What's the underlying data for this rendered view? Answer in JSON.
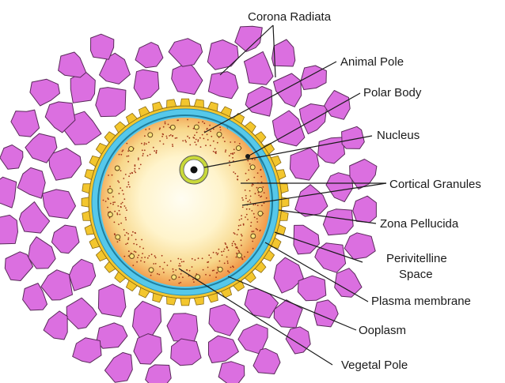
{
  "colors": {
    "corona_cell": "#db6fe0",
    "corona_cell_light": "#f7d6f7",
    "corona_outline": "#5a2a5a",
    "zona": "#f3c62e",
    "zona_edge": "#8a6a10",
    "perivitelline": "#56c8ea",
    "plasma_membrane": "#1e7fa0",
    "ooplasm_outer": "#f08a3a",
    "ooplasm_mid": "#f7d78a",
    "ooplasm_inner": "#fffbea",
    "nucleus_ring": "#c9d93a",
    "polar_body": "#56c8ea"
  },
  "labels": {
    "corona_radiata": "Corona Radiata",
    "animal_pole": "Animal Pole",
    "polar_body": "Polar Body",
    "nucleus": "Nucleus",
    "cortical_granules": "Cortical Granules",
    "zona_pellucida": "Zona Pellucida",
    "perivitelline_1": "Perivitelline",
    "perivitelline_2": "Space",
    "plasma_membrane": "Plasma membrane",
    "ooplasm": "Ooplasm",
    "vegetal_pole": "Vegetal Pole"
  }
}
